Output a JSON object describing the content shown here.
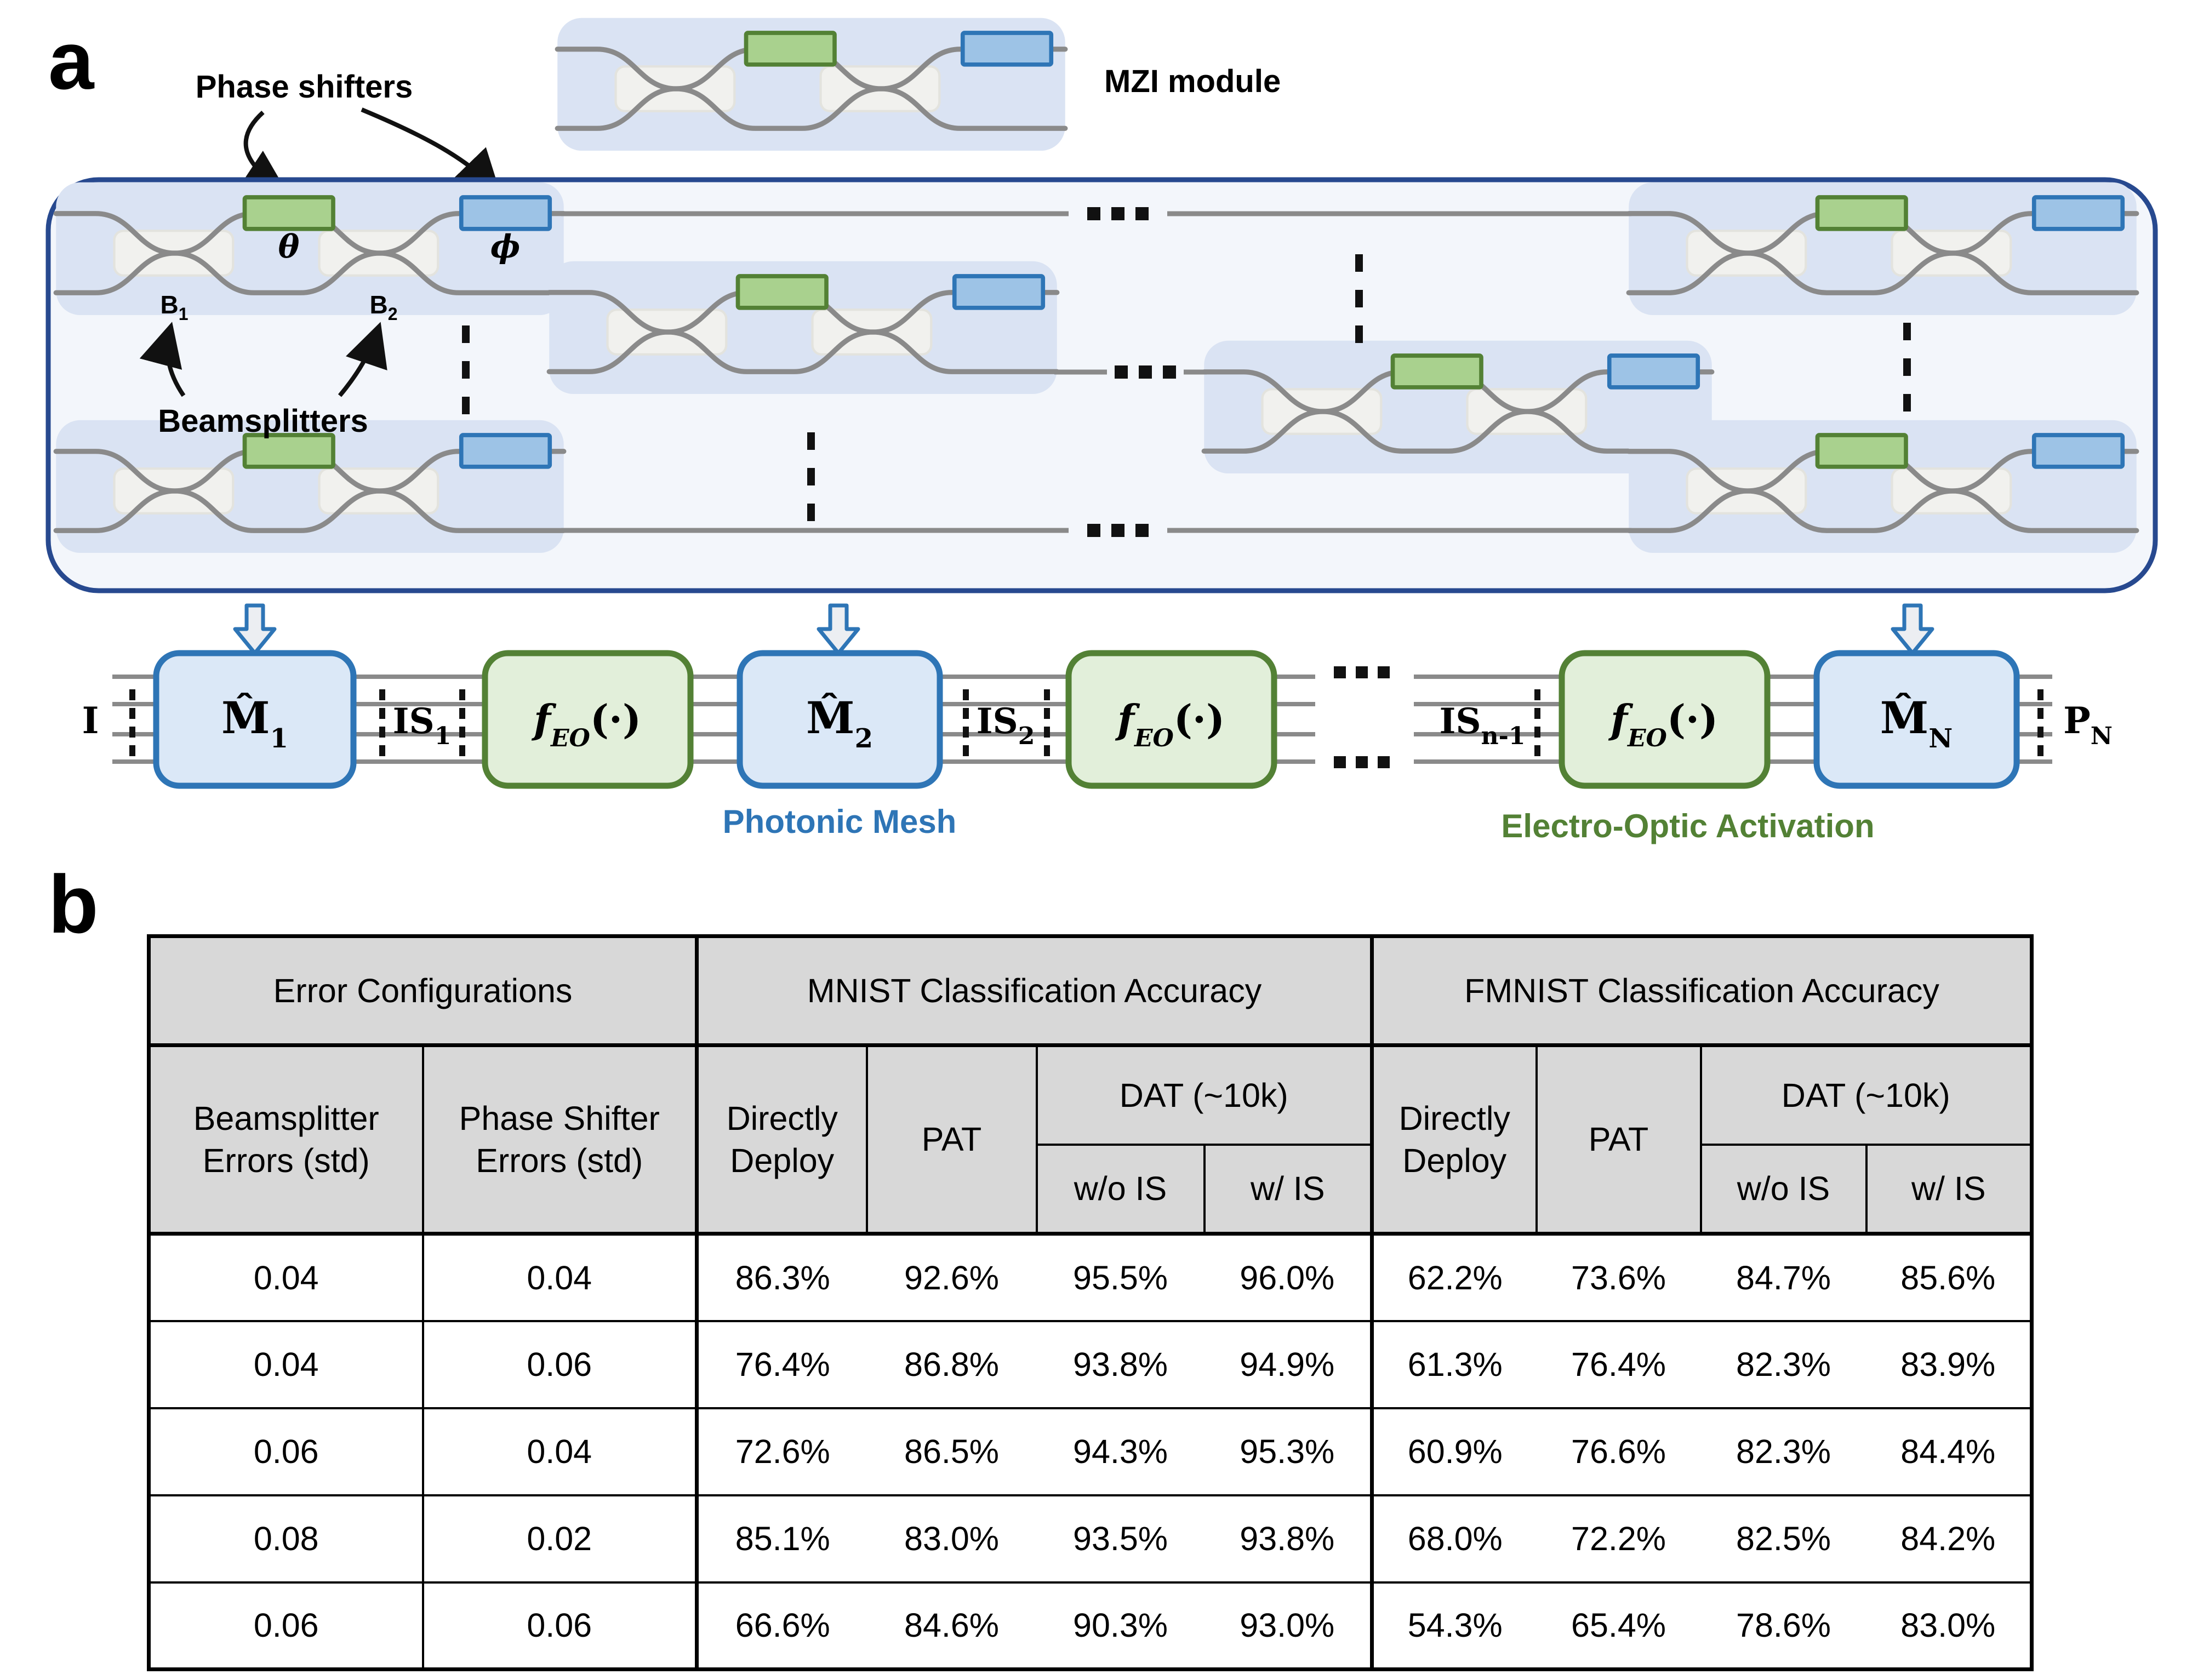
{
  "panel_a": {
    "label": "a",
    "annotations": {
      "phase_shifters": "Phase shifters",
      "beamsplitters": "Beamsplitters",
      "mzi_module": "MZI module",
      "theta": "θ",
      "phi": "ϕ",
      "b_base": "B",
      "b1_sub": "1",
      "b2_sub": "2"
    },
    "flow": {
      "input": "I",
      "m_base": "M̂",
      "m1_sub": "1",
      "m2_sub": "2",
      "mn_sub": "N",
      "is_base": "IS",
      "is1_sub": "1",
      "is2_sub": "2",
      "isn_sub": "n-1",
      "f_base": "f",
      "f_sub": "EO",
      "f_args": "(·)",
      "p_base": "P",
      "p_sub": "N",
      "photonic_mesh": "Photonic Mesh",
      "eo_activation": "Electro-Optic Activation"
    },
    "icons": {
      "vertical_ellipsis": "⋮",
      "horizontal_ellipsis": "…",
      "down_block_arrow": "⇩"
    },
    "colors": {
      "mesh_border": "#27498f",
      "mesh_bg": "#f3f6fb",
      "module_bg": "#dae3f3",
      "waveguide": "#8a8a8a",
      "ps_green_fill": "#a9d18e",
      "ps_green_stroke": "#538135",
      "ps_blue_fill": "#9dc3e6",
      "ps_blue_stroke": "#2e75b6",
      "photonic_mesh_text": "#2e75b6",
      "eo_activation_text": "#538135"
    }
  },
  "panel_b": {
    "label": "b",
    "table": {
      "group_headers": [
        "Error Configurations",
        "MNIST Classification Accuracy",
        "FMNIST Classification Accuracy"
      ],
      "sub_headers": {
        "beamsplitter": "Beamsplitter\nErrors (std)",
        "phase_shifter": "Phase Shifter\nErrors (std)",
        "directly_deploy": "Directly\nDeploy",
        "pat": "PAT",
        "dat": "DAT (~10k)",
        "wo_is": "w/o IS",
        "w_is": "w/ IS"
      },
      "rows": [
        [
          "0.04",
          "0.04",
          "86.3%",
          "92.6%",
          "95.5%",
          "96.0%",
          "62.2%",
          "73.6%",
          "84.7%",
          "85.6%"
        ],
        [
          "0.04",
          "0.06",
          "76.4%",
          "86.8%",
          "93.8%",
          "94.9%",
          "61.3%",
          "76.4%",
          "82.3%",
          "83.9%"
        ],
        [
          "0.06",
          "0.04",
          "72.6%",
          "86.5%",
          "94.3%",
          "95.3%",
          "60.9%",
          "76.6%",
          "82.3%",
          "84.4%"
        ],
        [
          "0.08",
          "0.02",
          "85.1%",
          "83.0%",
          "93.5%",
          "93.8%",
          "68.0%",
          "72.2%",
          "82.5%",
          "84.2%"
        ],
        [
          "0.06",
          "0.06",
          "66.6%",
          "84.6%",
          "90.3%",
          "93.0%",
          "54.3%",
          "65.4%",
          "78.6%",
          "83.0%"
        ]
      ]
    }
  }
}
